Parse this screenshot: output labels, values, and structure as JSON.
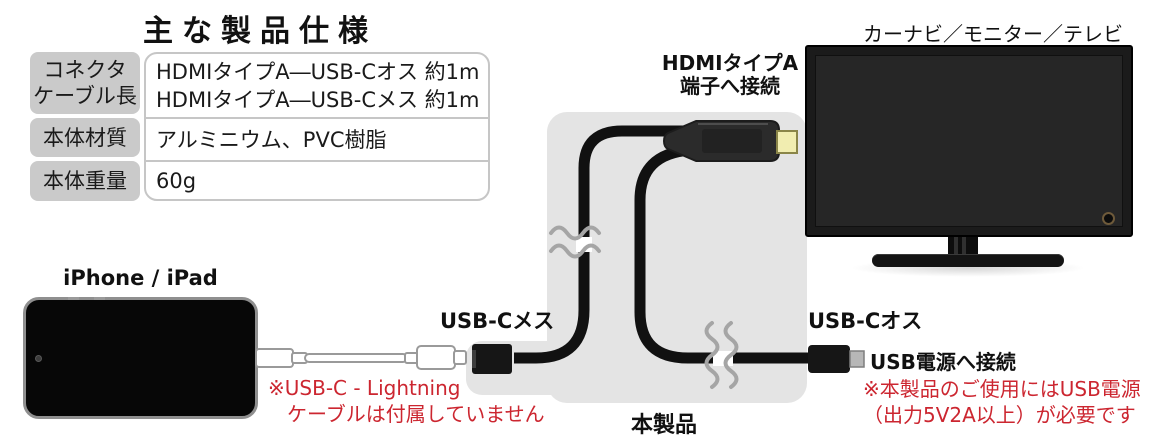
{
  "title": "主な製品仕様",
  "spec_table": {
    "rows": [
      {
        "label": "コネクタ\nケーブル長",
        "value": "HDMIタイプA―USB-Cオス 約1m\nHDMIタイプA―USB-Cメス 約1m"
      },
      {
        "label": "本体材質",
        "value": "アルミニウム、PVC樹脂"
      },
      {
        "label": "本体重量",
        "value": "60g"
      }
    ]
  },
  "diagram": {
    "tv_label": "カーナビ／モニター／テレビ",
    "hdmi_connect_label": "HDMIタイプA\n端子へ接続",
    "usb_c_female_label": "USB-Cメス",
    "usb_c_male_label": "USB-Cオス",
    "usb_power_label": "USB電源へ接続",
    "phone_label": "iPhone / iPad",
    "product_label": "本製品",
    "note_lightning": "※USB-C - Lightning\nケーブルは付属していません",
    "note_power": "※本製品のご使用にはUSB電源\n（出力5V2A以上）が必要です"
  },
  "colors": {
    "note_red": "#cc2630",
    "panel_gray": "#e4e4e4",
    "table_header_gray": "#cacaca",
    "hdmi_plug_yellow": "#f1edb0",
    "cable_black": "#111111"
  }
}
